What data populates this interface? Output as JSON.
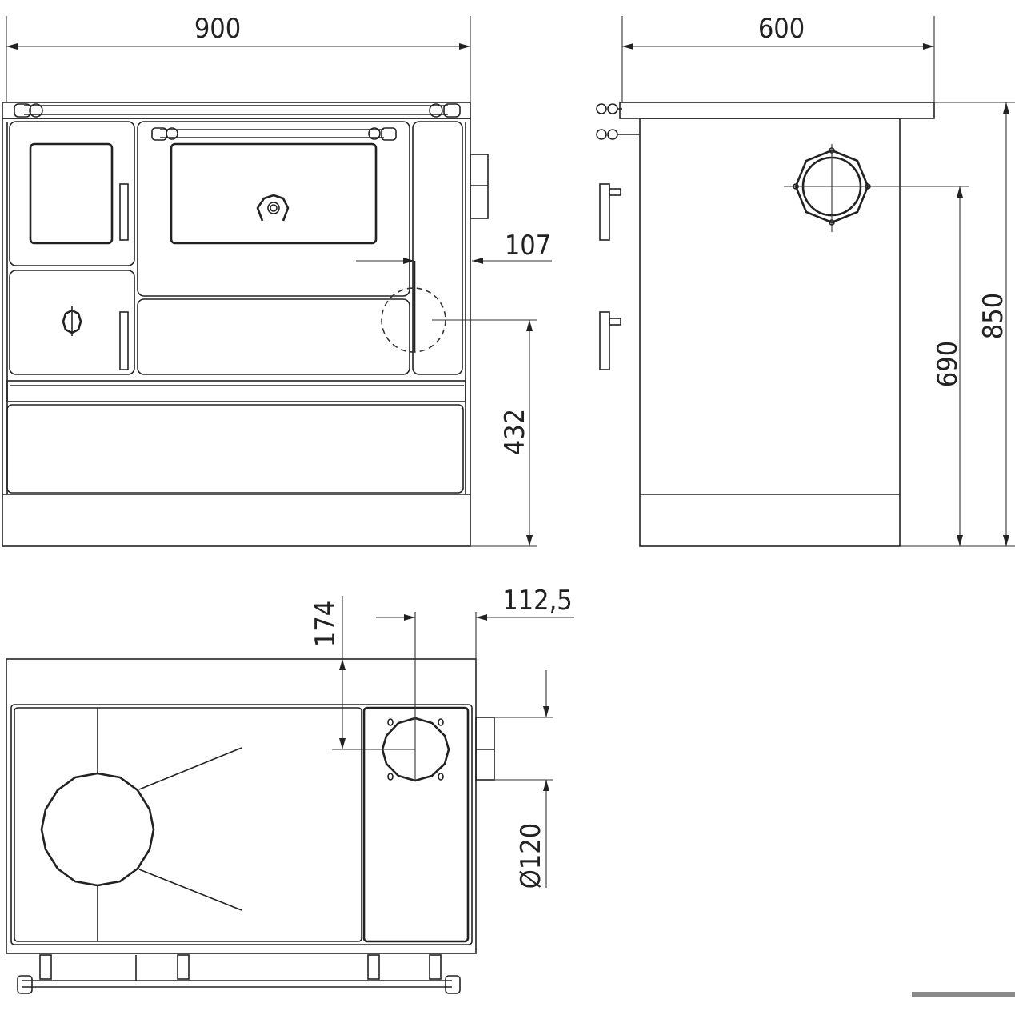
{
  "title": "Cooker dimension drawing",
  "views": {
    "front": {
      "width_label": "900",
      "offset_label": "107",
      "height_label": "432"
    },
    "side": {
      "depth_label": "600",
      "flue_height_label": "690",
      "total_height_label": "850"
    },
    "top": {
      "flue_depth_label": "174",
      "flue_side_label": "112,5",
      "flue_diameter_label": "Ø120"
    }
  },
  "colors": {
    "line": "#222222",
    "accent_bar": "#8a8a8a"
  }
}
